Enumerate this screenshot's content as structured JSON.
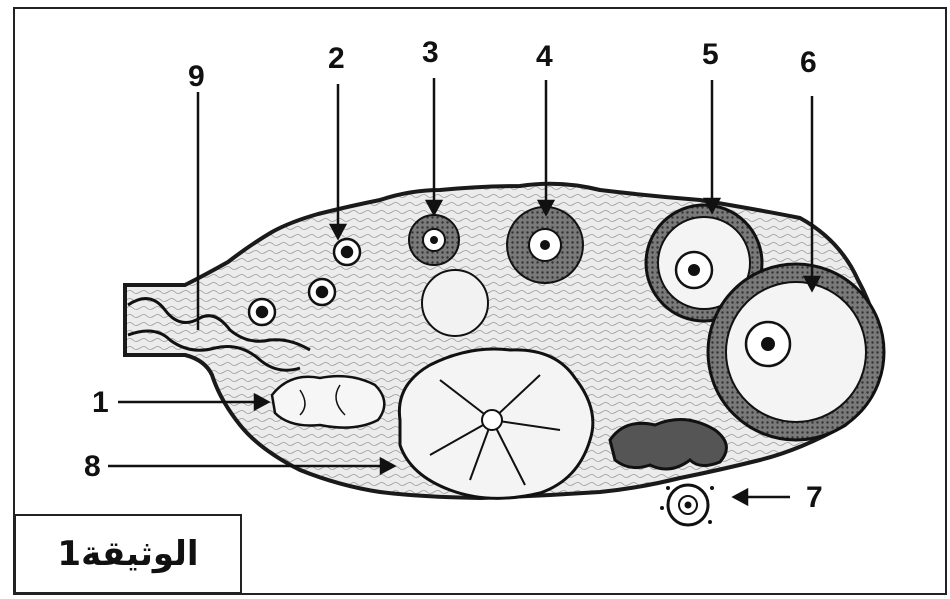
{
  "labels": [
    "1",
    "2",
    "3",
    "4",
    "5",
    "6",
    "7",
    "8",
    "9"
  ],
  "document_label": "الوثيقة1",
  "colors": {
    "stroke": "#1a1a1a",
    "tissue": "#e6e6e6",
    "background": "#ffffff"
  }
}
